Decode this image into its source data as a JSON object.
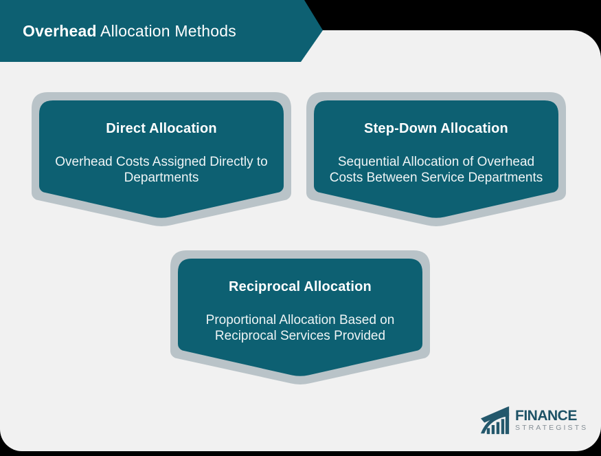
{
  "header": {
    "title_bold": "Overhead",
    "title_rest": " Allocation Methods"
  },
  "cards": [
    {
      "title": "Direct Allocation",
      "description": "Overhead Costs Assigned Directly to Departments"
    },
    {
      "title": "Step-Down Allocation",
      "description": "Sequential Allocation of Overhead Costs Between Service Departments"
    },
    {
      "title": "Reciprocal Allocation",
      "description": "Proportional Allocation Based on Reciprocal Services Provided"
    }
  ],
  "logo": {
    "name": "FINANCE",
    "subname": "STRATEGISTS"
  },
  "colors": {
    "teal": "#0d6072",
    "badge_shadow_gray": "#b9c3c8",
    "sheet_background": "#f1f1f1",
    "canvas_background": "#000000",
    "logo_dark_teal": "#1d5266",
    "logo_gray": "#848e95",
    "text_white": "#ffffff"
  }
}
